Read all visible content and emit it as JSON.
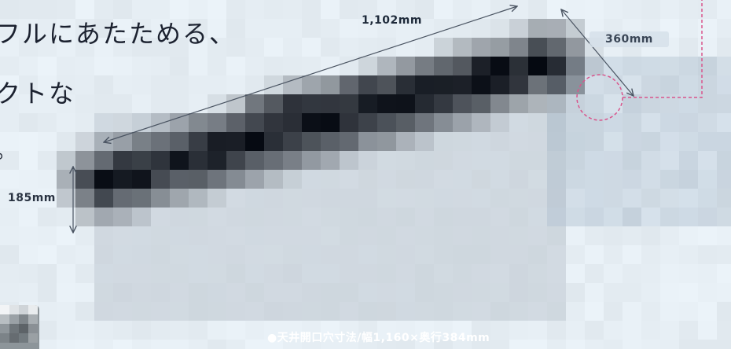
{
  "heading": {
    "line1": "フルにあたためる、",
    "line2": "クトな",
    "line3": "。"
  },
  "dimensions": {
    "width": "1,102mm",
    "depth": "360mm",
    "height": "185mm"
  },
  "footnote": "●天井開口穴寸法/幅1,160×奥行384mm",
  "colors": {
    "background": "#e6eef4",
    "unit_dark": "#0a0e16",
    "callout_accent": "#d9558c",
    "arrow": "#4a5462"
  },
  "icons": {
    "width_arrow": "double-arrow-icon",
    "depth_arrow": "double-arrow-icon",
    "height_arrow": "double-arrow-icon",
    "callout": "dashed-circle-callout-icon"
  }
}
